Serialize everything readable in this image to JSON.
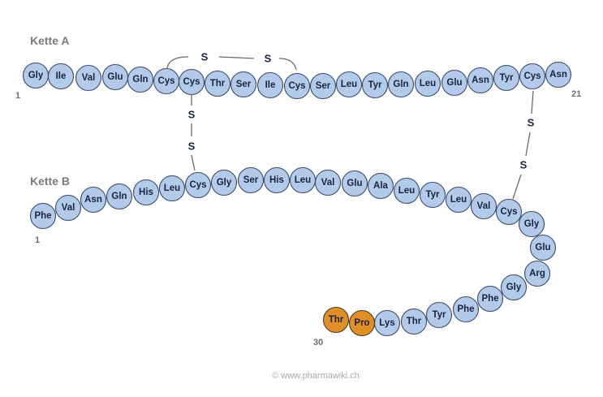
{
  "labels": {
    "chain_a": "Kette A",
    "chain_b": "Kette B",
    "a_start": "1",
    "a_end": "21",
    "b_start": "1",
    "b_end": "30"
  },
  "sulfur": "S",
  "credit": "© www.pharmawiki.ch",
  "colors": {
    "residue": "#b3cbea",
    "highlight": "#e08e27"
  },
  "chain_a": [
    "Gly",
    "Ile",
    "Val",
    "Glu",
    "Gln",
    "Cys",
    "Cys",
    "Thr",
    "Ser",
    "Ile",
    "Cys",
    "Ser",
    "Leu",
    "Tyr",
    "Gln",
    "Leu",
    "Glu",
    "Asn",
    "Tyr",
    "Cys",
    "Asn"
  ],
  "chain_b": [
    "Phe",
    "Val",
    "Asn",
    "Gln",
    "His",
    "Leu",
    "Cys",
    "Gly",
    "Ser",
    "His",
    "Leu",
    "Val",
    "Glu",
    "Ala",
    "Leu",
    "Tyr",
    "Leu",
    "Val",
    "Cys",
    "Gly",
    "Glu",
    "Arg",
    "Gly",
    "Phe",
    "Phe",
    "Tyr",
    "Thr",
    "Lys",
    "Pro",
    "Thr"
  ],
  "highlighted_b": [
    28,
    29
  ]
}
